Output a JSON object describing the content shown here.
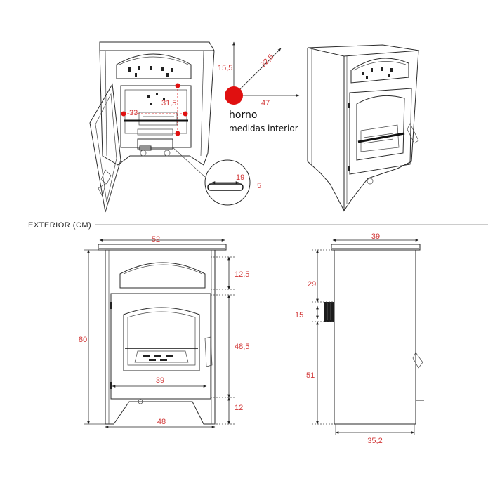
{
  "colors": {
    "dimension_text": "#d23a3a",
    "line": "#2a2a2a",
    "oven_marker": "#e01010"
  },
  "interior": {
    "label_line1": "horno",
    "label_line2": "medidas interior",
    "oven_height": "15,5",
    "oven_diagonal": "32,5",
    "oven_depth": "47",
    "inner_height": "31,5",
    "inner_width": "33",
    "slot_width": "19",
    "slot_height": "5"
  },
  "exterior": {
    "section_label": "EXTERIOR (CM)",
    "front": {
      "top_width": "52",
      "height": "80",
      "oven_door_height": "12,5",
      "fire_door_height": "48,5",
      "base_height": "12",
      "inner_width": "39",
      "bottom_width": "48"
    },
    "side": {
      "top_depth": "39",
      "upper_height": "29",
      "flue_diameter": "15",
      "lower_height": "51",
      "bottom_depth": "35,2"
    }
  }
}
